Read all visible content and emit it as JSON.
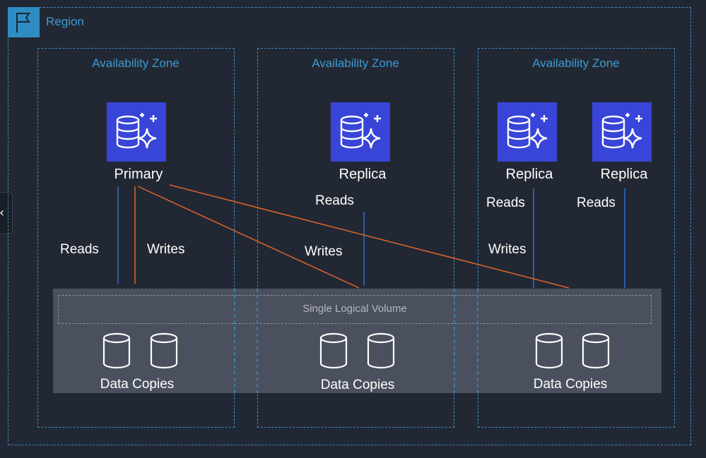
{
  "region": {
    "label": "Region",
    "icon": "flag-icon"
  },
  "zones": [
    {
      "label": "Availability Zone"
    },
    {
      "label": "Availability Zone"
    },
    {
      "label": "Availability Zone"
    }
  ],
  "instances": [
    {
      "label": "Primary",
      "icon": "database-icon"
    },
    {
      "label": "Replica",
      "icon": "database-icon"
    },
    {
      "label": "Replica",
      "icon": "database-icon"
    },
    {
      "label": "Replica",
      "icon": "database-icon"
    }
  ],
  "flows": {
    "primary_reads": "Reads",
    "primary_writes": "Writes",
    "zone2_reads": "Reads",
    "zone2_writes": "Writes",
    "zone3_reads_a": "Reads",
    "zone3_reads_b": "Reads",
    "zone3_writes": "Writes"
  },
  "volume": {
    "label": "Single Logical Volume"
  },
  "copies": [
    {
      "label": "Data Copies"
    },
    {
      "label": "Data Copies"
    },
    {
      "label": "Data Copies"
    }
  ],
  "colors": {
    "background": "#222833",
    "dashed_border": "#3b8cc2",
    "zone_text": "#3a9bd5",
    "db_icon": "#3845d8",
    "read_line": "#2f6fd0",
    "write_line": "#e0642a",
    "volume_fill": "#4a505e"
  }
}
